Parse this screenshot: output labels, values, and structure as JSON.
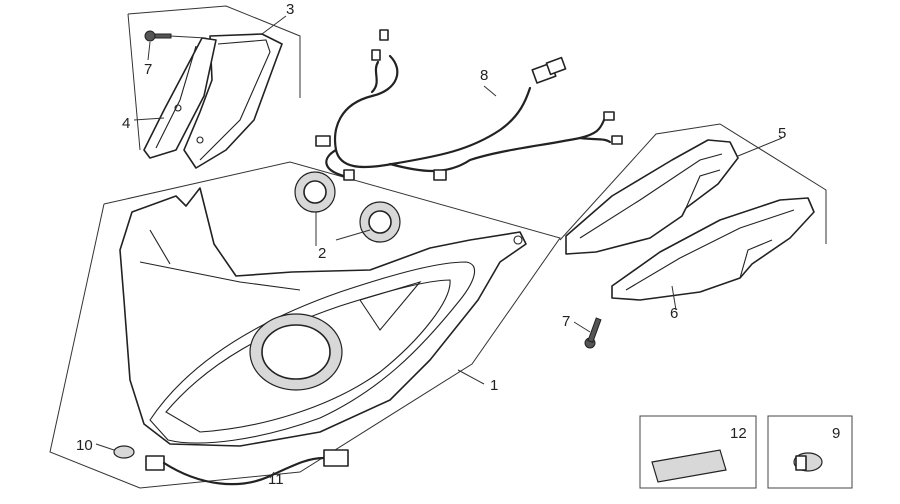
{
  "callouts": {
    "c1": "1",
    "c2": "2",
    "c3": "3",
    "c4": "4",
    "c5": "5",
    "c6": "6",
    "c7a": "7",
    "c7b": "7",
    "c8": "8",
    "c9": "9",
    "c10": "10",
    "c11": "11",
    "c12": "12"
  }
}
